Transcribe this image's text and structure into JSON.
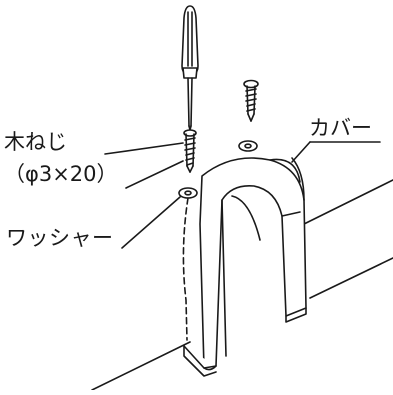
{
  "labels": {
    "wood_screw": "木ねじ",
    "screw_size": "（φ3×20）",
    "washer": "ワッシャー",
    "cover": "カバー"
  },
  "icons": {
    "tool": "screwdriver-icon",
    "fastener": "wood-screw-icon",
    "spacer": "washer-icon",
    "part": "cover-icon"
  }
}
